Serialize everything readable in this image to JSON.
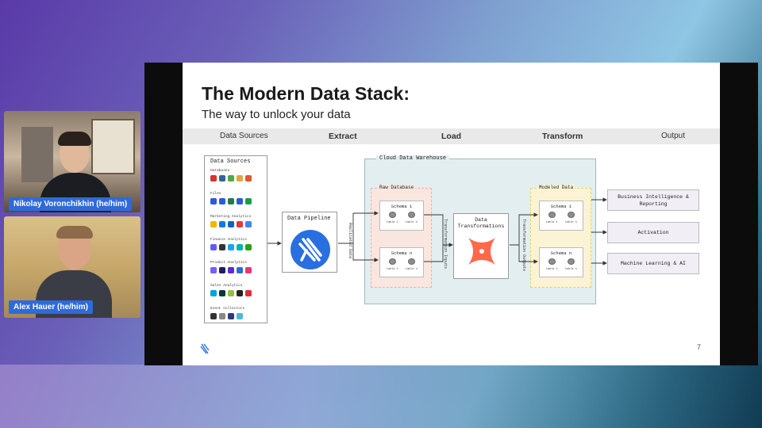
{
  "participants": [
    {
      "name": "Nikolay Voronchikhin (he/him)"
    },
    {
      "name": "Alex Hauer (he/him)"
    }
  ],
  "slide": {
    "title": "The Modern Data Stack:",
    "subtitle": "The way to unlock your data",
    "stages": {
      "data_sources": "Data Sources",
      "extract": "Extract",
      "load": "Load",
      "transform": "Transform",
      "output": "Output"
    },
    "data_sources_panel": {
      "title": "Data Sources",
      "categories": [
        {
          "label": "Databases",
          "colors": [
            "#d8332a",
            "#336791",
            "#4faa41",
            "#e8a33d",
            "#e4542f"
          ]
        },
        {
          "label": "Files",
          "colors": [
            "#2b5cd4",
            "#2b5cd4",
            "#1f7e43",
            "#2b5cd4",
            "#1a9c4a"
          ]
        },
        {
          "label": "Marketing Analytics",
          "colors": [
            "#f4b400",
            "#1a73e8",
            "#0a66c2",
            "#e53935",
            "#4285f4"
          ]
        },
        {
          "label": "Finance Analytics",
          "colors": [
            "#635bff",
            "#333333",
            "#1fa3ec",
            "#00b5ad",
            "#2ca01c"
          ]
        },
        {
          "label": "Product Analytics",
          "colors": [
            "#7a5cff",
            "#1e1e5a",
            "#5b2bd6",
            "#2f6ad9",
            "#e5396e"
          ]
        },
        {
          "label": "Sales Analytics",
          "colors": [
            "#00a1e0",
            "#03363d",
            "#95bf47",
            "#222222",
            "#e22c3a"
          ]
        },
        {
          "label": "Event Collectors",
          "colors": [
            "#333333",
            "#888888",
            "#2a3a7a",
            "#4fb6d6"
          ]
        }
      ]
    },
    "pipeline": {
      "title": "Data Pipeline",
      "icon": "pipeline-logo-icon"
    },
    "arrow_labels": {
      "replicated": "Replicated Data",
      "transformation_inputs": "Transformation Inputs",
      "transformation_outputs": "Transformation Outputs"
    },
    "warehouse": {
      "title": "Cloud Data Warehouse",
      "raw": {
        "title": "Raw Database",
        "schemas": [
          {
            "name": "Schema 1",
            "tables": [
              "table 1",
              "table n"
            ]
          },
          {
            "name": "Schema n",
            "tables": [
              "table 1",
              "table n"
            ]
          }
        ]
      },
      "transformations": {
        "title": "Data Transformations",
        "icon": "dbt-logo-icon"
      },
      "modeled": {
        "title": "Modeled Data",
        "schemas": [
          {
            "name": "Schema 1",
            "tables": [
              "table 1",
              "table n"
            ]
          },
          {
            "name": "Schema n",
            "tables": [
              "table 1",
              "table n"
            ]
          }
        ]
      }
    },
    "outputs": [
      {
        "label": "Business Intelligence & Reporting"
      },
      {
        "label": "Activation"
      },
      {
        "label": "Machine Learning & AI"
      }
    ],
    "page_number": "7"
  }
}
